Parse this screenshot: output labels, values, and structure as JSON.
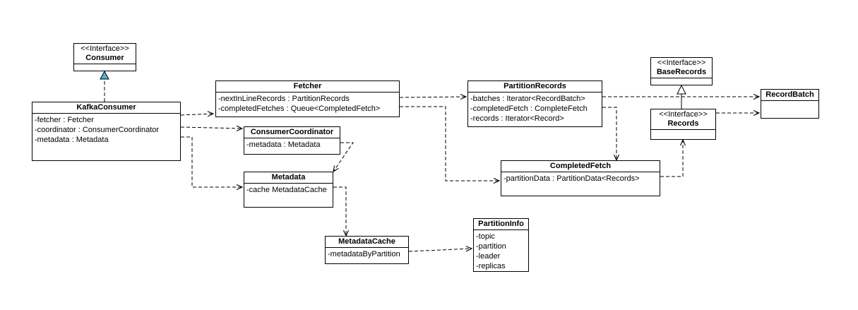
{
  "classes": {
    "consumer": {
      "stereotype": "<<Interface>>",
      "name": "Consumer",
      "attributes": []
    },
    "kafka_consumer": {
      "stereotype": "",
      "name": "KafkaConsumer",
      "attributes": [
        "-fetcher : Fetcher",
        "-coordinator : ConsumerCoordinator",
        "-metadata : Metadata"
      ]
    },
    "fetcher": {
      "stereotype": "",
      "name": "Fetcher",
      "attributes": [
        "-nextInLineRecords : PartitionRecords",
        "-completedFetches : Queue<CompletedFetch>"
      ]
    },
    "consumer_coordinator": {
      "stereotype": "",
      "name": "ConsumerCoordinator",
      "attributes": [
        "-metadata : Metadata"
      ]
    },
    "metadata": {
      "stereotype": "",
      "name": "Metadata",
      "attributes": [
        "-cache MetadataCache"
      ]
    },
    "metadata_cache": {
      "stereotype": "",
      "name": "MetadataCache",
      "attributes": [
        "-metadataByPartition"
      ]
    },
    "partition_info": {
      "stereotype": "",
      "name": "PartitionInfo",
      "attributes": [
        "-topic",
        "-partition",
        "-leader",
        "-replicas"
      ]
    },
    "partition_records": {
      "stereotype": "",
      "name": "PartitionRecords",
      "attributes": [
        "-batches : Iterator<RecordBatch>",
        "-completedFetch : CompleteFetch",
        "-records : Iterator<Record>"
      ]
    },
    "completed_fetch": {
      "stereotype": "",
      "name": "CompletedFetch",
      "attributes": [
        "-partitionData : PartitionData<Records>"
      ]
    },
    "base_records": {
      "stereotype": "<<Interface>>",
      "name": "BaseRecords",
      "attributes": []
    },
    "records": {
      "stereotype": "<<Interface>>",
      "name": "Records",
      "attributes": []
    },
    "record_batch": {
      "stereotype": "",
      "name": "RecordBatch",
      "attributes": []
    }
  },
  "colors": {
    "realization_arrow": "#4fb3d0",
    "line": "#000000"
  }
}
